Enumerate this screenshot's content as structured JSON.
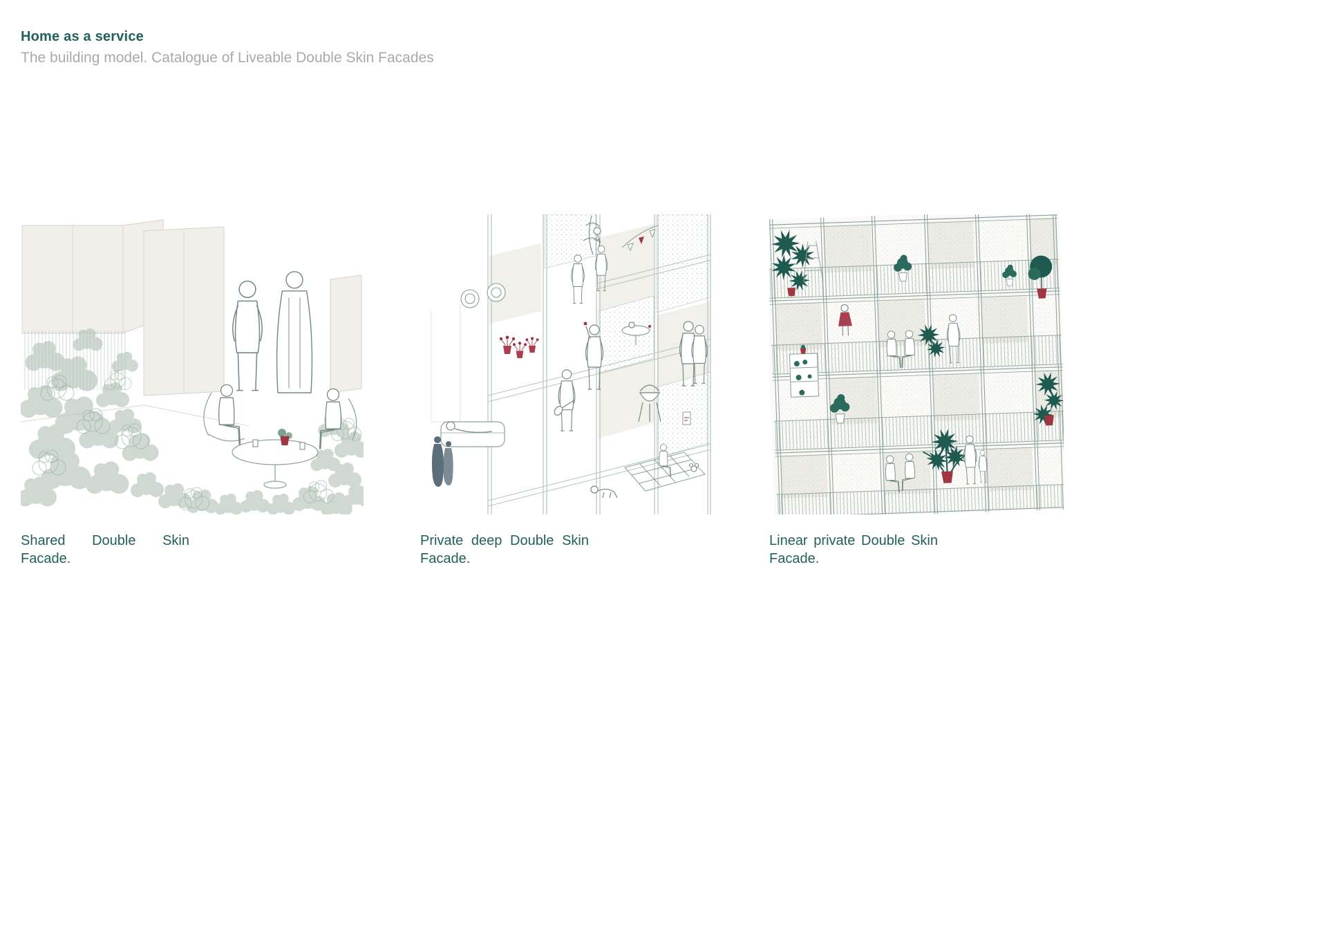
{
  "header": {
    "title": "Home as a service",
    "subtitle": "The building model. Catalogue of Liveable Double Skin Facades"
  },
  "panels": [
    {
      "id": "shared-double-skin-facade",
      "caption": "Shared Double Skin Facade."
    },
    {
      "id": "private-deep-double-skin-facade",
      "caption": "Private deep Double Skin Facade."
    },
    {
      "id": "linear-private-double-skin-facade",
      "caption": "Linear private Double Skin Facade."
    }
  ],
  "colors": {
    "accent_teal": "#21615a",
    "subtitle_gray": "#a9a9a9",
    "line_green": "#8aa096",
    "accent_red": "#a23543",
    "foliage_green": "#b6c6bb",
    "dark_plant_green": "#1f5a50",
    "wall_beige": "#f1efe9"
  }
}
